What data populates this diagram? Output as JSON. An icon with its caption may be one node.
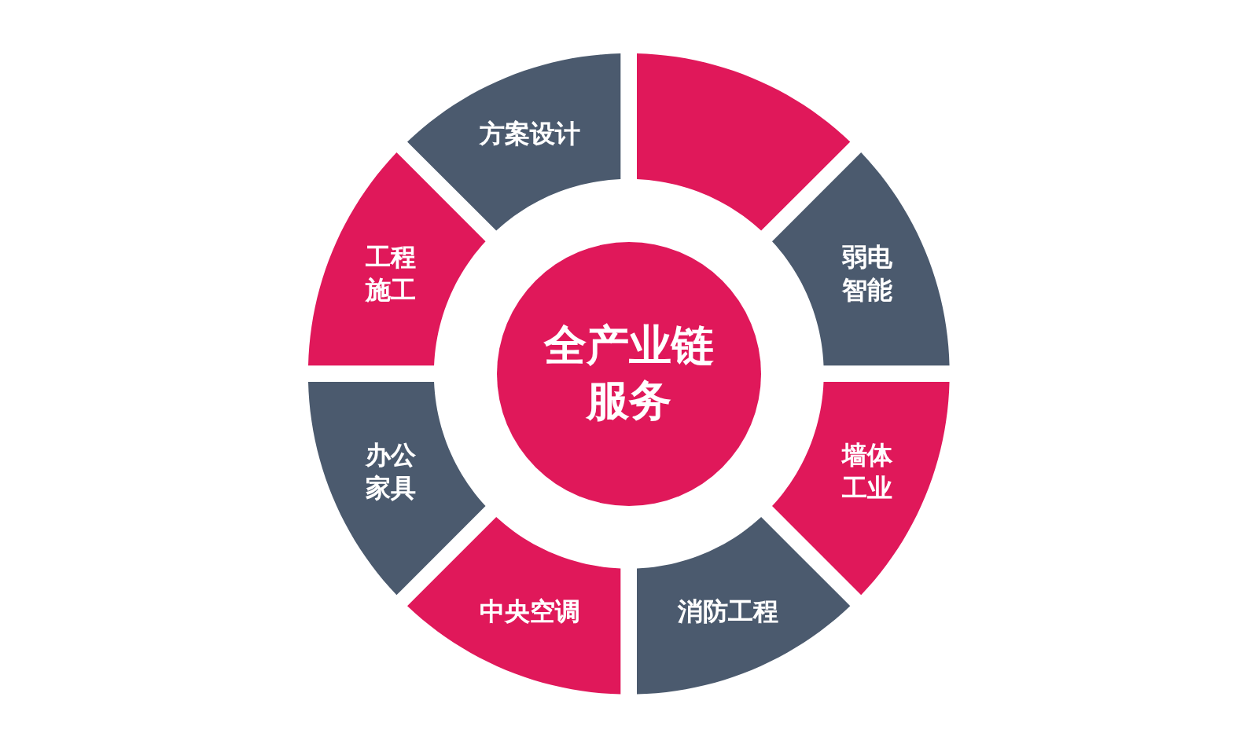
{
  "diagram": {
    "nodes": [
      {
        "text": [
          "全产业链服务"
        ]
      },
      {
        "text": [
          "方案设计"
        ]
      },
      {
        "text": [],
        "shape": "arc"
      },
      {
        "text": [
          "弱电智能"
        ]
      },
      {
        "text": [
          "墙体工业"
        ]
      },
      {
        "text": [
          "消防工程"
        ]
      },
      {
        "text": [
          "中央空调"
        ]
      },
      {
        "text": [
          "办公家具"
        ]
      },
      {
        "text": [
          "工程施工"
        ]
      }
    ]
  }
}
